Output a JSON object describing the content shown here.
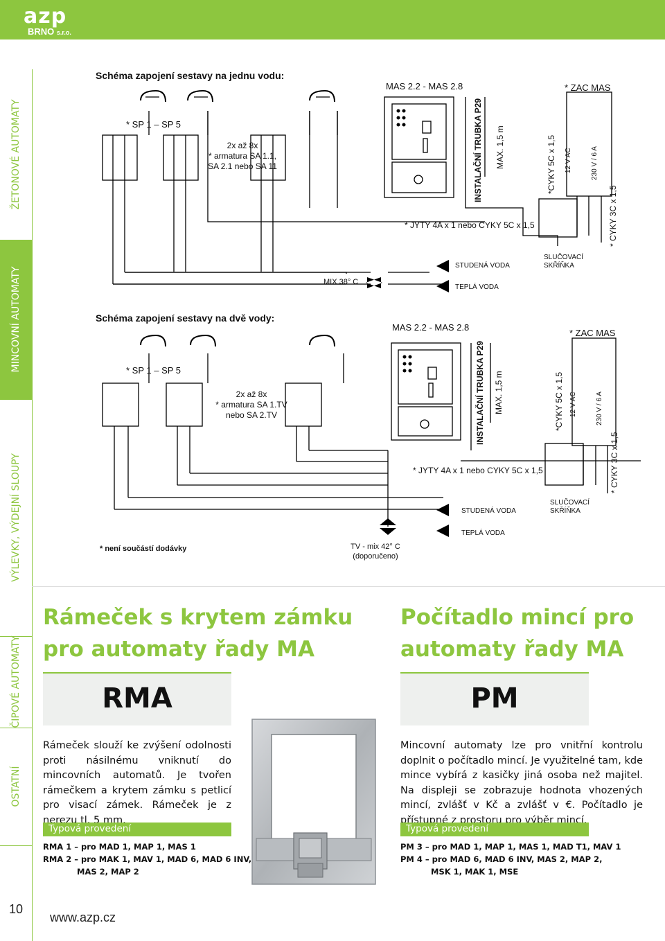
{
  "brand": {
    "logo": "azp",
    "city": "BRNO",
    "suffix": "s.r.o.",
    "color": "#8dc63f"
  },
  "sidebar": {
    "tabs": [
      {
        "label": "ŽETONOVÉ AUTOMATY",
        "active": false
      },
      {
        "label": "MINCOVNÍ AUTOMATY",
        "active": true
      },
      {
        "label": "VÝLEVKY, VÝDEJNÍ SLOUPY",
        "active": false
      },
      {
        "label": "ČIPOVÉ AUTOMATY",
        "active": false
      },
      {
        "label": "OSTATNÍ",
        "active": false
      }
    ]
  },
  "diagram1": {
    "title": "Schéma zapojení sestavy na jednu vodu:",
    "sp": "SP 1 – SP 5",
    "arm1": "2x až 8x",
    "arm2": "* armatura SA 1.1,",
    "arm3": "SA 2.1 nebo SA 11",
    "mas": "MAS 2.2 - MAS 2.8",
    "trubka": "INSTALAČNÍ TRUBKA P29",
    "max": "MAX. 1,5 m",
    "jyty": "* JYTY 4A x 1 nebo CYKY 5C x 1,5",
    "zac": "* ZAC MAS",
    "cyky5": "*CYKY 5C x 1,5",
    "v12": "12 V AC",
    "v230": "230 V / 6 A",
    "cyky3": "* CYKY 3C x 1,5",
    "mix": "MIX  38° C",
    "studena": "STUDENÁ VODA",
    "tepla": "TEPLÁ VODA",
    "slucovaci1": "SLUČOVACÍ",
    "slucovaci2": "SKŘÍŇKA"
  },
  "diagram2": {
    "title": "Schéma zapojení sestavy na dvě vody:",
    "sp": "SP 1 – SP 5",
    "arm1": "2x až 8x",
    "arm2": "* armatura SA 1.TV",
    "arm3": "nebo SA 2.TV",
    "mas": "MAS 2.2 - MAS 2.8",
    "trubka": "INSTALAČNÍ TRUBKA P29",
    "max": "MAX. 1,5 m",
    "jyty": "* JYTY 4A x 1 nebo CYKY 5C x 1,5",
    "zac": "* ZAC MAS",
    "cyky5": "*CYKY 5C x 1,5",
    "v12": "12 V AC",
    "v230": "230 V / 6 A",
    "cyky3": "* CYKY 3C x 1,5",
    "studena": "STUDENÁ VODA",
    "tepla": "TEPLÁ VODA",
    "slucovaci1": "SLUČOVACÍ",
    "slucovaci2": "SKŘÍŇKA",
    "tv1": "TV - mix 42° C",
    "tv2": "(doporučeno)"
  },
  "note": "* není součástí dodávky",
  "rma": {
    "title1": "Rámeček s krytem zámku",
    "title2": "pro automaty řady MA",
    "code": "RMA",
    "desc": "Rámeček slouží ke zvýšení odolnosti proti násilnému vniknutí do mincovních automatů. Je tvořen rámečkem a krytem zámku s petlicí pro visací zámek. Rámeček je z nerezu tl. 5 mm.",
    "typova": "Typová provedení",
    "models": [
      "RMA 1 – pro MAD 1, MAP 1, MAS 1",
      "RMA 2 – pro MAK 1, MAV 1, MAD 6, MAD 6 INV,",
      "MAS 2, MAP 2"
    ]
  },
  "pm": {
    "title1": "Počítadlo mincí pro",
    "title2": "automaty řady MA",
    "code": "PM",
    "desc": "Mincovní automaty lze pro vnitřní kontrolu doplnit o počítadlo mincí. Je využitelné tam, kde mince vybírá z kasičky jiná osoba než majitel. Na displeji se zobrazuje hodnota vhozených mincí, zvlášť v Kč a zvlášť v €. Počítadlo je přístupné z prostoru pro výběr mincí.",
    "typova": "Typová provedení",
    "models": [
      "PM 3 – pro MAD 1, MAP 1, MAS 1, MAD T1, MAV 1",
      "PM 4 – pro MAD 6, MAD 6 INV, MAS 2, MAP 2,",
      "MSK 1, MAK 1, MSE"
    ]
  },
  "footer": {
    "page": "10",
    "url": "www.azp.cz"
  }
}
